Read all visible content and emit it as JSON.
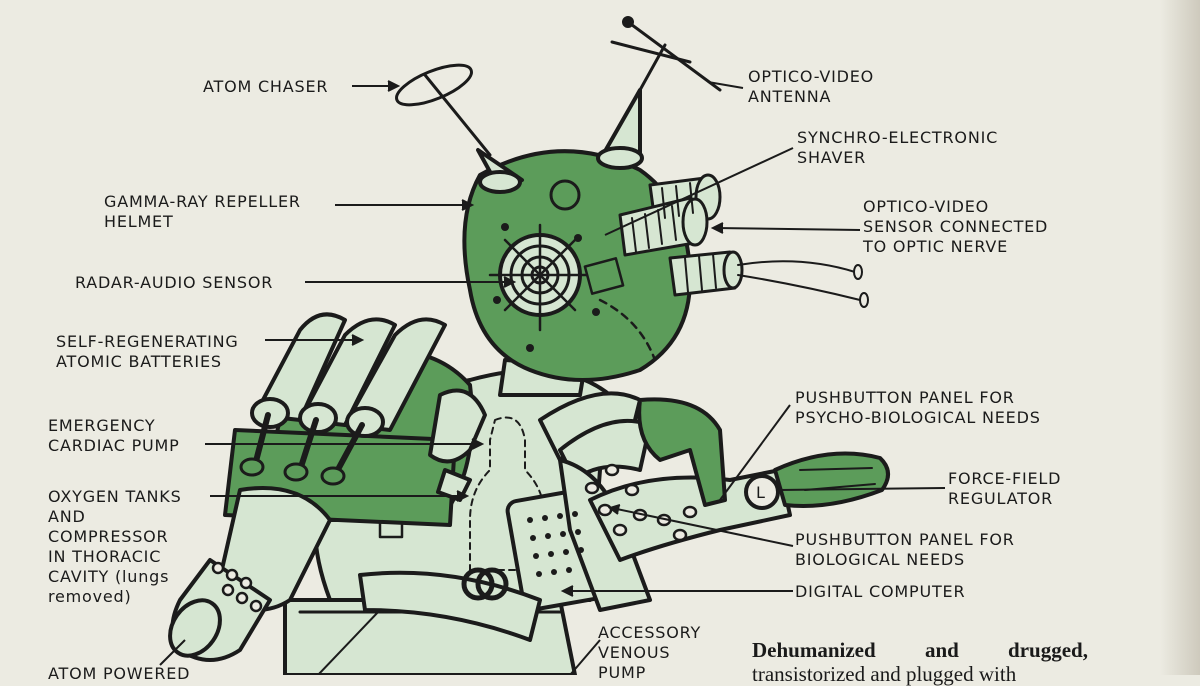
{
  "colors": {
    "paper": "#ecebe2",
    "green": "#5c9c5a",
    "pale_green": "#d6e6d2",
    "ink": "#1b1b1b"
  },
  "illustration": "robot-cyborg-figure",
  "labels": {
    "atom_chaser": [
      "ATOM CHASER"
    ],
    "optico_video_antenna": [
      "OPTICO-VIDEO",
      "ANTENNA"
    ],
    "synchro_electronic_shaver": [
      "SYNCHRO-ELECTRONIC",
      "SHAVER"
    ],
    "gamma_ray_helmet": [
      "GAMMA-RAY REPELLER",
      "HELMET"
    ],
    "optico_video_sensor": [
      "OPTICO-VIDEO",
      "SENSOR CONNECTED",
      "TO OPTIC NERVE"
    ],
    "radar_audio_sensor": [
      "RADAR-AUDIO SENSOR"
    ],
    "atomic_batteries": [
      "SELF-REGENERATING",
      "ATOMIC BATTERIES"
    ],
    "psycho_panel": [
      "PUSHBUTTON PANEL FOR",
      "PSYCHO-BIOLOGICAL NEEDS"
    ],
    "cardiac_pump": [
      "EMERGENCY",
      "CARDIAC PUMP"
    ],
    "force_field": [
      "FORCE-FIELD",
      "REGULATOR"
    ],
    "oxygen_tanks": [
      "OXYGEN TANKS",
      "AND",
      "COMPRESSOR",
      "IN THORACIC",
      "CAVITY (lungs",
      "removed)"
    ],
    "bio_panel": [
      "PUSHBUTTON PANEL FOR",
      "BIOLOGICAL NEEDS"
    ],
    "digital_computer": [
      "DIGITAL COMPUTER"
    ],
    "venous_pump": [
      "ACCESSORY",
      "VENOUS",
      "PUMP"
    ],
    "atom_powered": [
      "ATOM POWERED"
    ]
  },
  "caption": {
    "line1": "Dehumanized and drugged,",
    "line2": "transistorized and plugged with"
  }
}
